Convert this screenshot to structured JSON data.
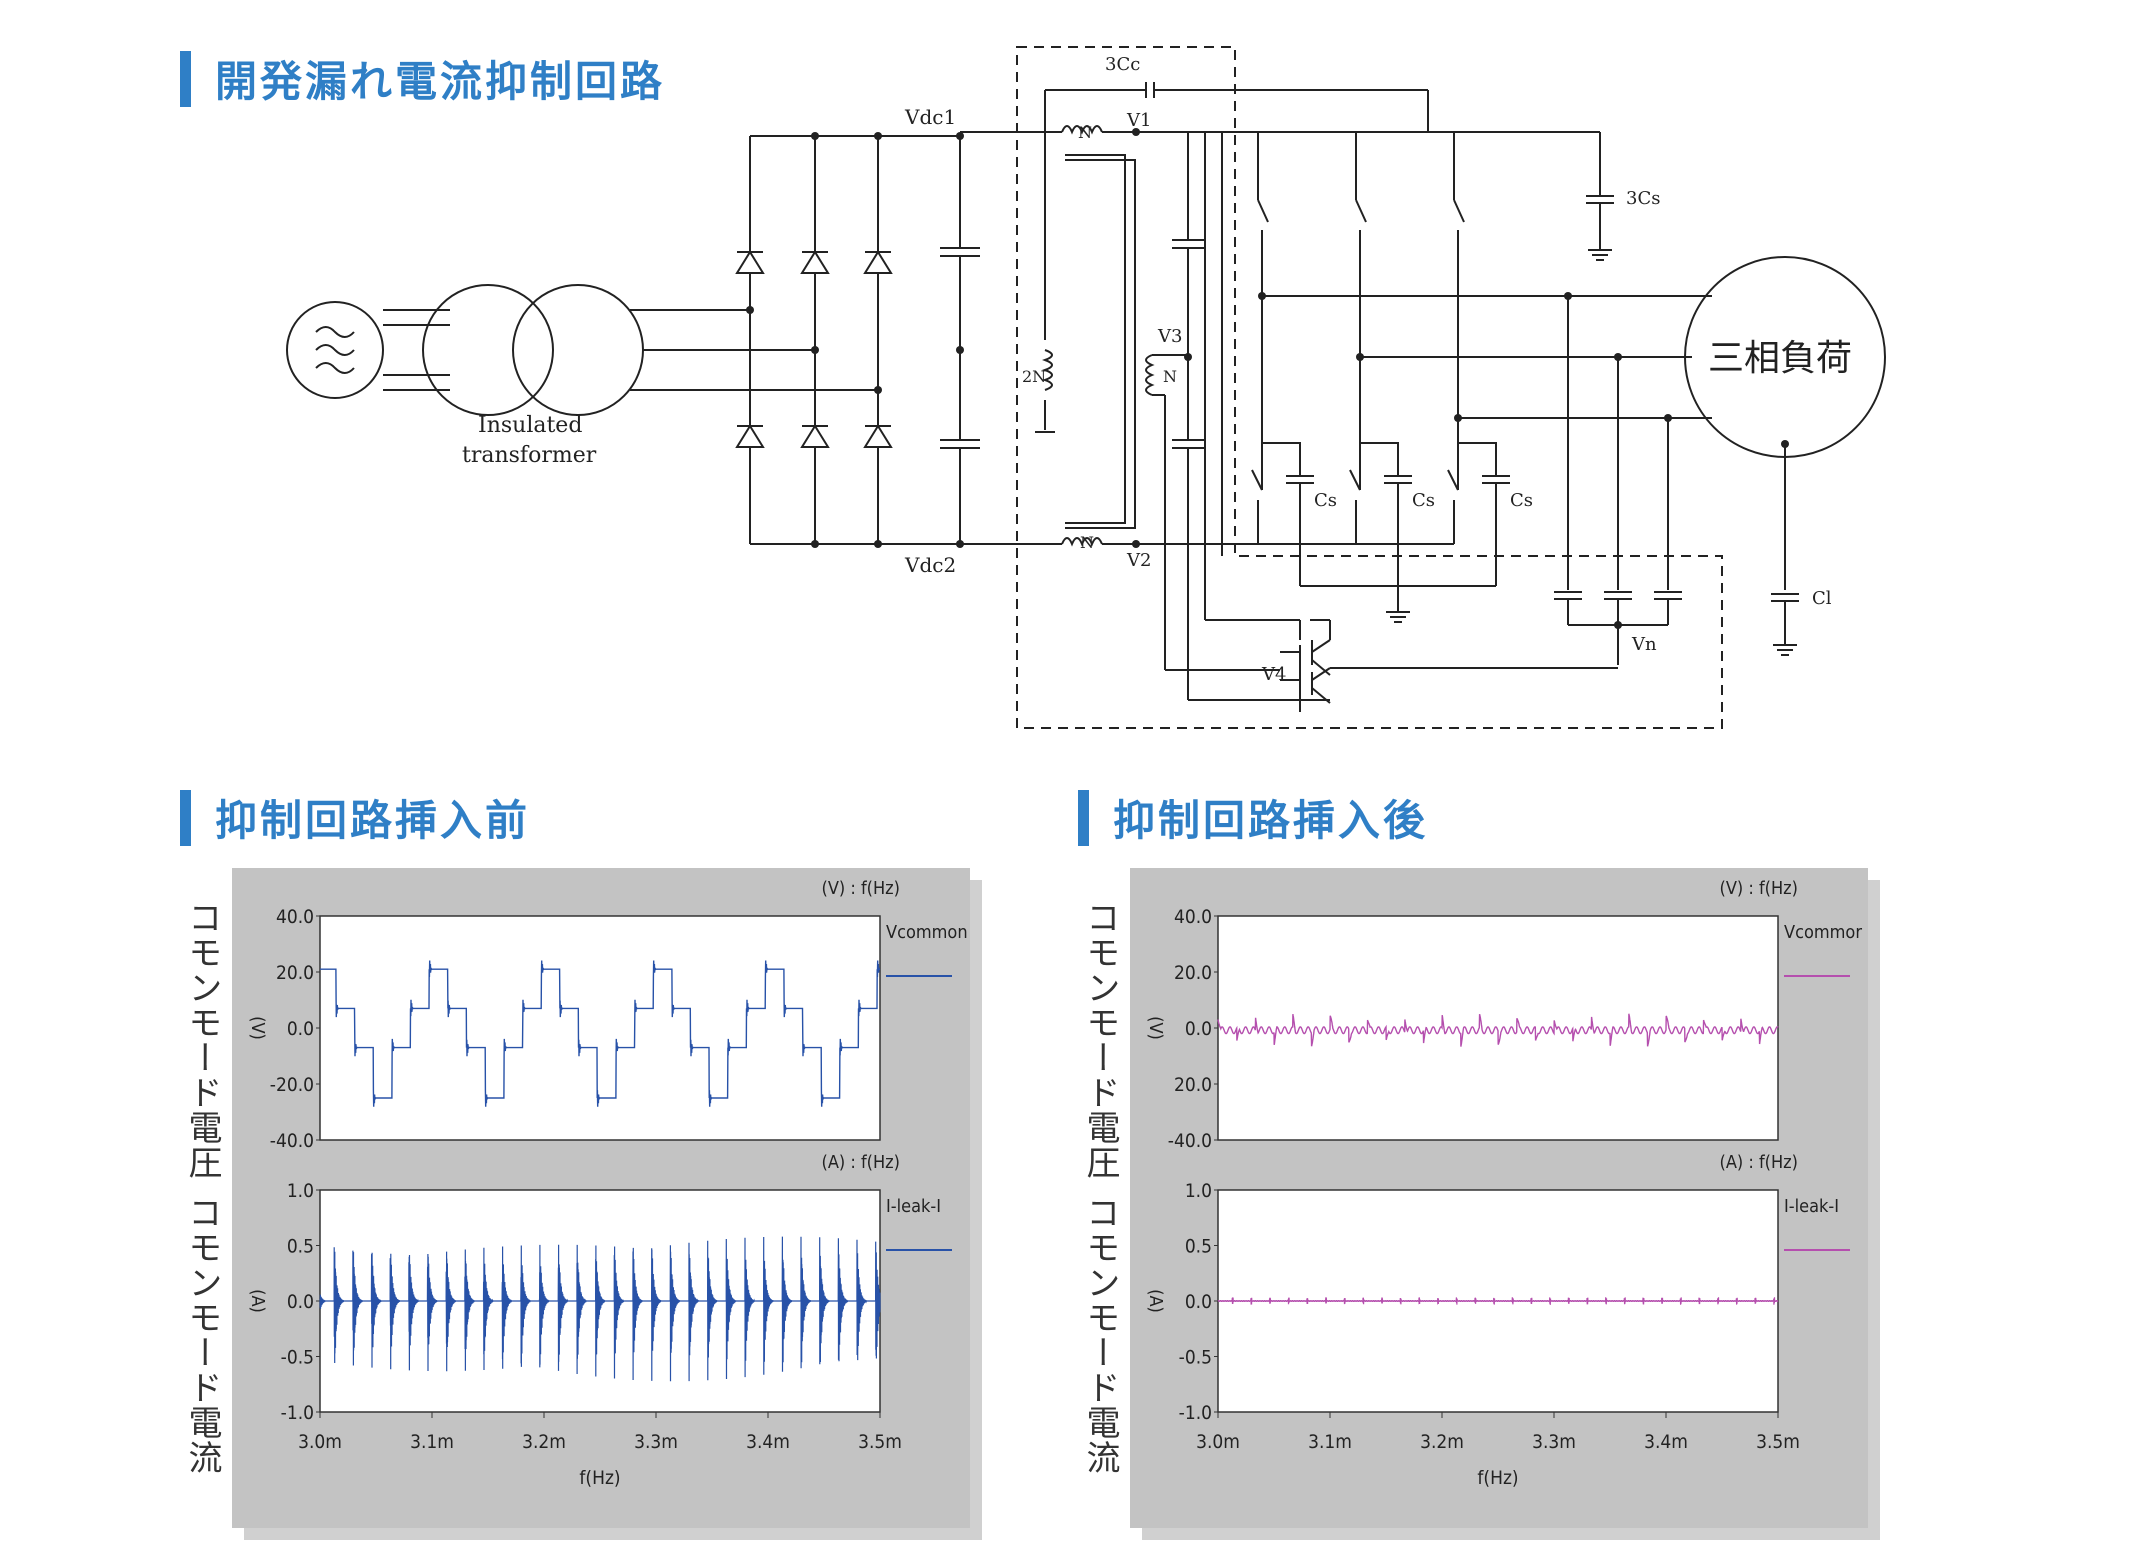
{
  "headings": {
    "circuit": "開発漏れ電流抑制回路",
    "before": "抑制回路挿入前",
    "after": "抑制回路挿入後"
  },
  "accent_color": "#2f7fc6",
  "circuit": {
    "transformer_label_1": "Insulated",
    "transformer_label_2": "transformer",
    "vdc1": "Vdc1",
    "vdc2": "Vdc2",
    "cc": "3Cc",
    "v1": "V1",
    "v2": "V2",
    "v3": "V3",
    "v4": "V4",
    "n_top": "N",
    "n_bottom": "N",
    "n_mid": "N",
    "two_n": "2N",
    "cs_total": "3Cs",
    "cs1": "Cs",
    "cs2": "Cs",
    "cs3": "Cs",
    "cl": "Cl",
    "vn": "Vn",
    "load": "三相負荷",
    "source_icon": "ac-source-icon"
  },
  "side_labels": {
    "voltage": "コモンモード電圧",
    "current": "コモンモード電流"
  },
  "chart_data": [
    {
      "id": "before",
      "type": "line",
      "color": "#2852a8",
      "top_header": "(V) : f(Hz)",
      "bottom_header": "(A) : f(Hz)",
      "voltage": {
        "legend": "Vcommon",
        "unit_label": "(V)",
        "ylim": [
          -40,
          40
        ],
        "yticks": [
          "40.0",
          "20.0",
          "0.0",
          "-20.0",
          "-40.0"
        ],
        "shape": "stepped waveform, levels ~ +21 / +7 / -7 / -25 with spikes at transitions",
        "period_ms": 0.1,
        "levels_v": [
          21,
          7,
          -7,
          -25,
          -7,
          7
        ]
      },
      "current": {
        "legend": "I-leak-I",
        "unit_label": "(A)",
        "ylim": [
          -1.0,
          1.0
        ],
        "yticks": [
          "1.0",
          "0.5",
          "0.0",
          "-0.5",
          "-1.0"
        ],
        "spike_interval_ms": 0.01667,
        "spike_peak_a": 0.6,
        "spike_trough_a": -0.8
      },
      "x": {
        "xlabel": "f(Hz)",
        "xlim_ms": [
          3.0,
          3.5
        ],
        "xticks": [
          "3.0m",
          "3.1m",
          "3.2m",
          "3.3m",
          "3.4m",
          "3.5m"
        ]
      }
    },
    {
      "id": "after",
      "type": "line",
      "color": "#b54fae",
      "top_header": "(V) : f(Hz)",
      "bottom_header": "(A) : f(Hz)",
      "voltage": {
        "legend": "Vcommor",
        "unit_label": "(V)",
        "ylim": [
          -40,
          40
        ],
        "yticks": [
          "40.0",
          "20.0",
          "0.0",
          "20.0",
          "-40.0"
        ],
        "shape": "near zero with small spikes ~ ±5 V",
        "spike_interval_ms": 0.01667,
        "spike_amp_v": 5
      },
      "current": {
        "legend": "I-leak-I",
        "unit_label": "(A)",
        "ylim": [
          -1.0,
          1.0
        ],
        "yticks": [
          "1.0",
          "0.5",
          "0.0",
          "-0.5",
          "-1.0"
        ],
        "spike_interval_ms": 0.01667,
        "spike_amp_a": 0.03
      },
      "x": {
        "xlabel": "f(Hz)",
        "xlim_ms": [
          3.0,
          3.5
        ],
        "xticks": [
          "3.0m",
          "3.1m",
          "3.2m",
          "3.3m",
          "3.4m",
          "3.5m"
        ]
      }
    }
  ]
}
